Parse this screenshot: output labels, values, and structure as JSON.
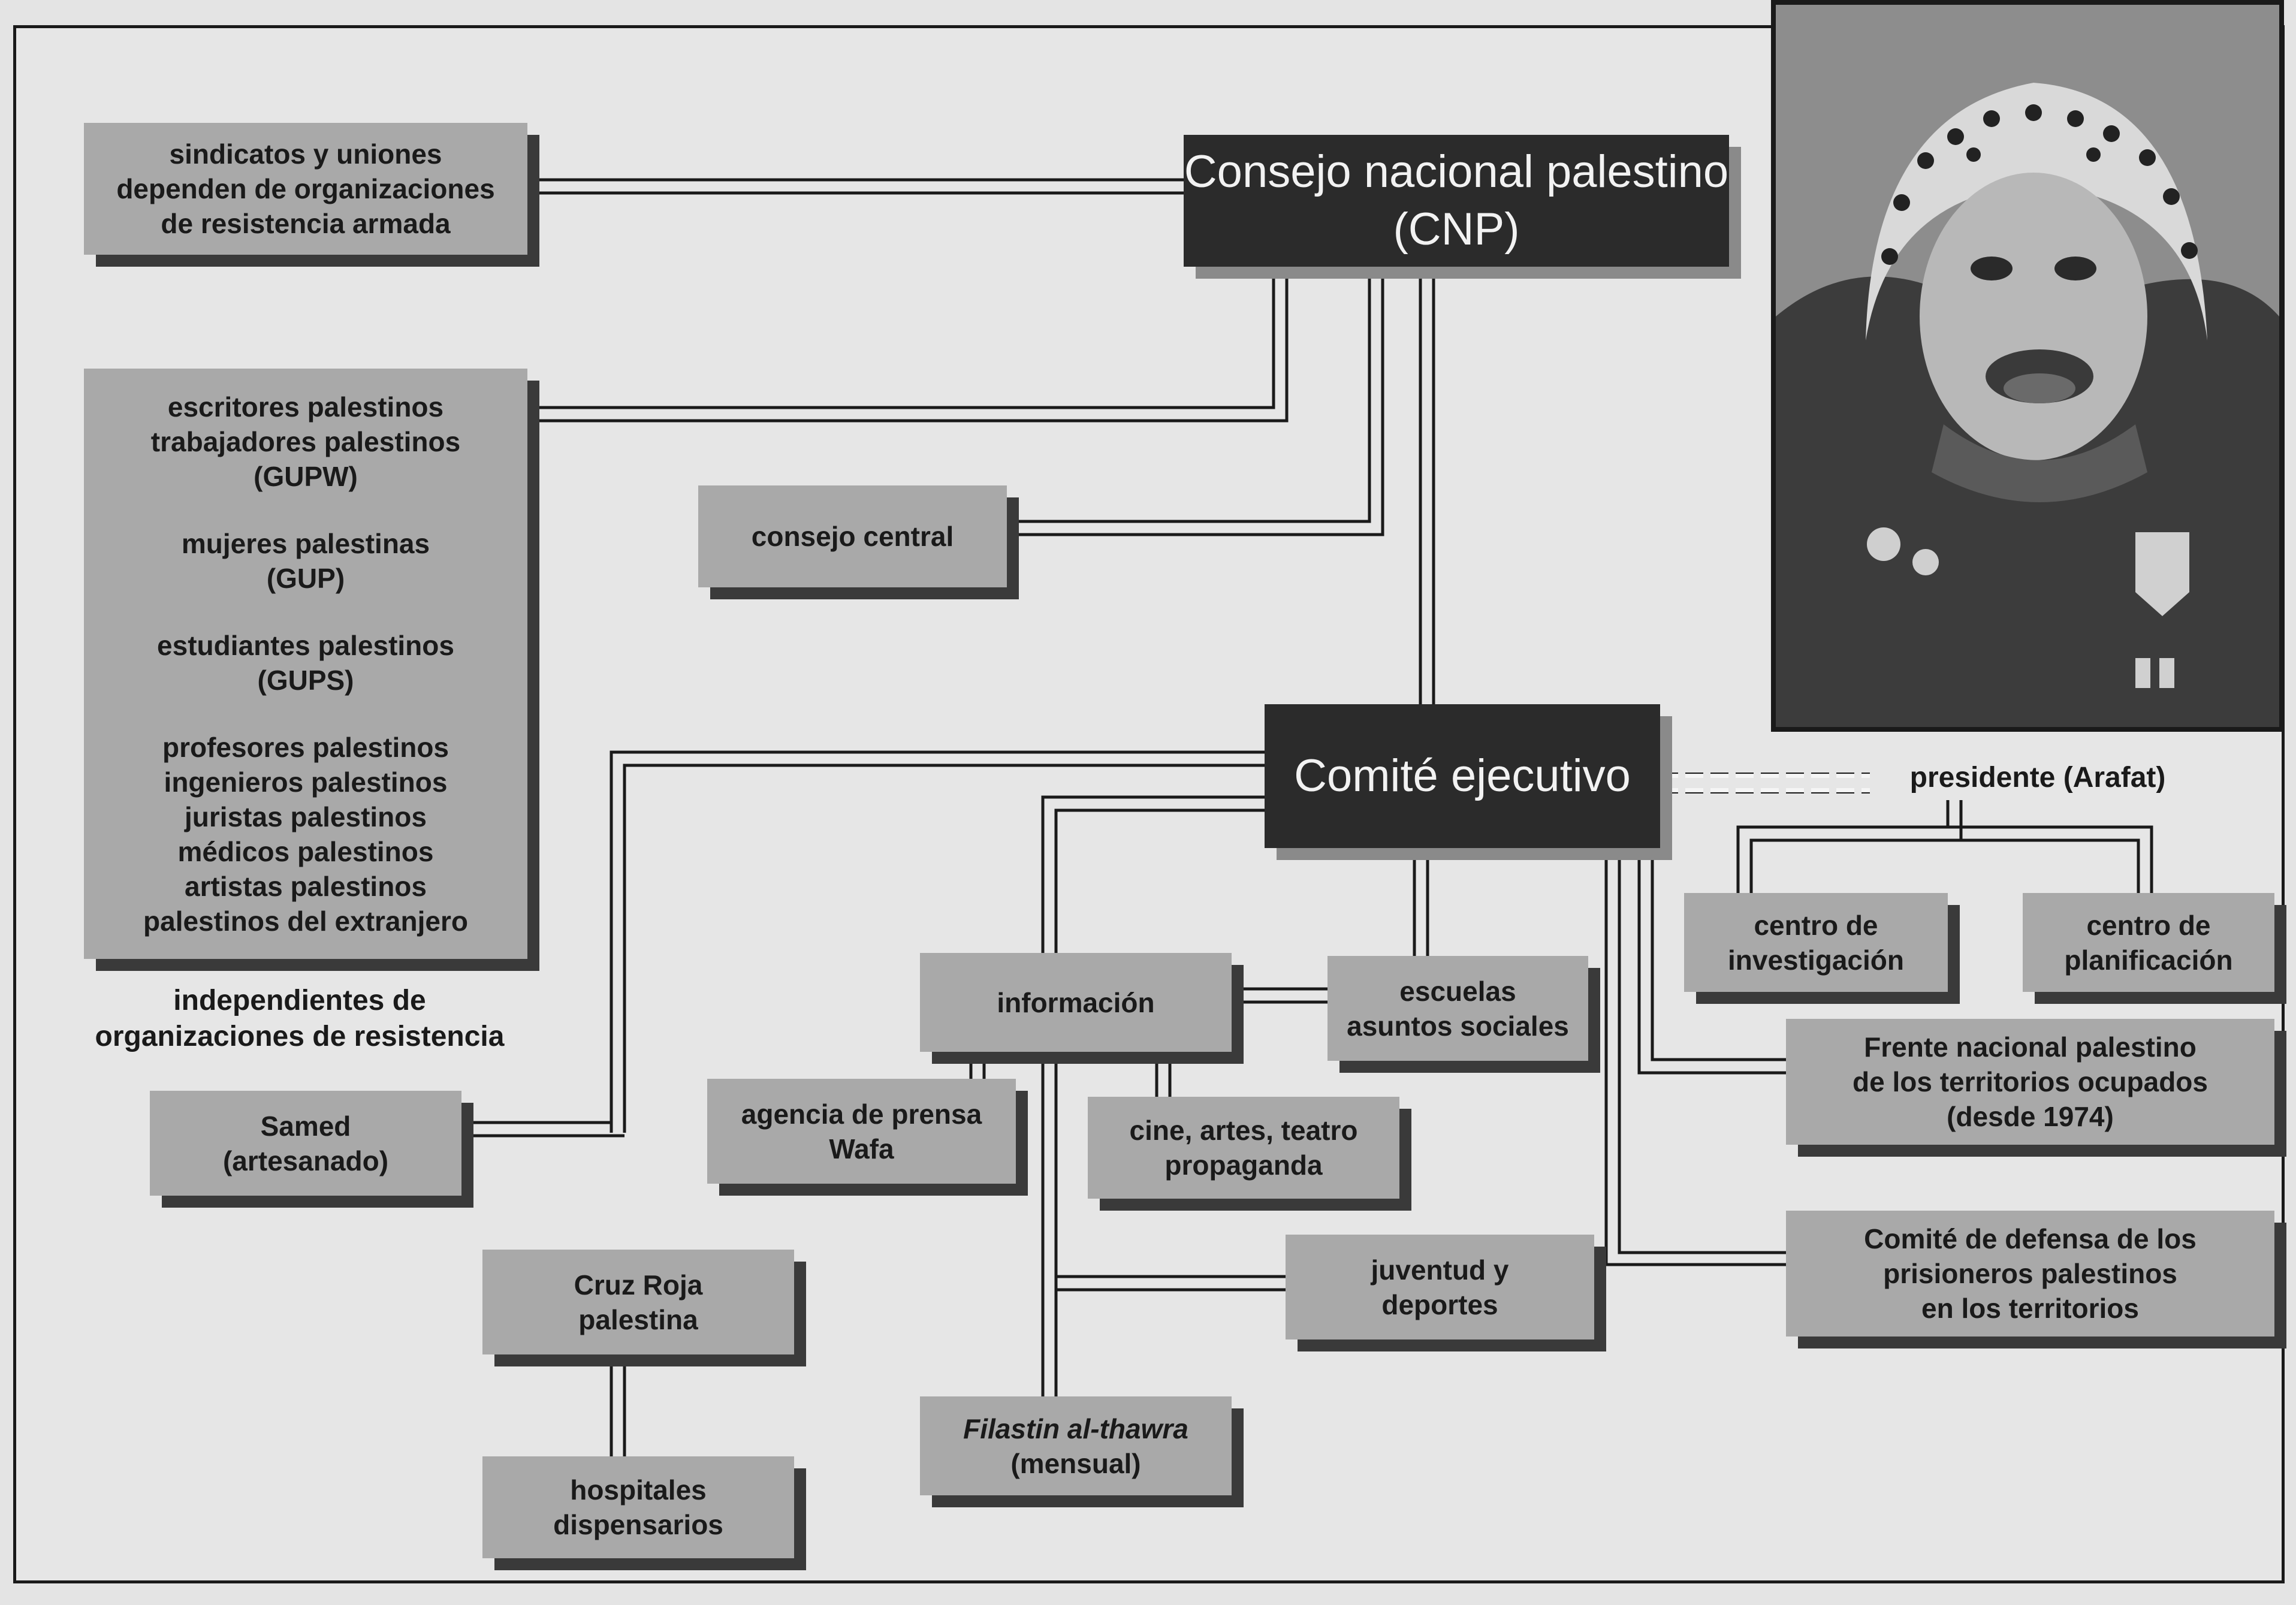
{
  "nodes": {
    "cnp": [
      "Consejo nacional palestino",
      "(CNP)"
    ],
    "sindicatos": [
      "sindicatos y uniones",
      "dependen de organizaciones",
      "de resistencia armada"
    ],
    "unions_group1": [
      "escritores palestinos",
      "trabajadores palestinos",
      "(GUPW)"
    ],
    "unions_group2": [
      "mujeres palestinas",
      "(GUP)"
    ],
    "unions_group3": [
      "estudiantes palestinos",
      "(GUPS)"
    ],
    "unions_group4": [
      "profesores palestinos",
      "ingenieros palestinos",
      "juristas palestinos",
      "médicos palestinos",
      "artistas palestinos",
      "palestinos del extranjero"
    ],
    "independientes": [
      "independientes de",
      "organizaciones de resistencia"
    ],
    "consejo_central": "consejo central",
    "comite": "Comité ejecutivo",
    "presidente": "presidente (Arafat)",
    "centro_investigacion": [
      "centro de",
      "investigación"
    ],
    "centro_planificacion": [
      "centro de",
      "planificación"
    ],
    "frente": [
      "Frente nacional palestino",
      "de los territorios ocupados",
      "(desde 1974)"
    ],
    "comite_defensa": [
      "Comité de defensa de los",
      "prisioneros palestinos",
      "en los territorios"
    ],
    "informacion": "información",
    "escuelas": [
      "escuelas",
      "asuntos sociales"
    ],
    "agencia": [
      "agencia de prensa",
      "Wafa"
    ],
    "cine": [
      "cine, artes, teatro",
      "propaganda"
    ],
    "juventud": [
      "juventud y",
      "deportes"
    ],
    "filastin": [
      "Filastin al-thawra",
      "(mensual)"
    ],
    "samed": [
      "Samed",
      "(artesanado)"
    ],
    "cruz_roja": [
      "Cruz Roja",
      "palestina"
    ],
    "hospitales": [
      "hospitales",
      "dispensarios"
    ]
  },
  "colors": {
    "box": "#a9a9a9",
    "dark_box": "#2b2b2b",
    "shadow": "#3a3a3a",
    "background": "#e6e6e6"
  }
}
